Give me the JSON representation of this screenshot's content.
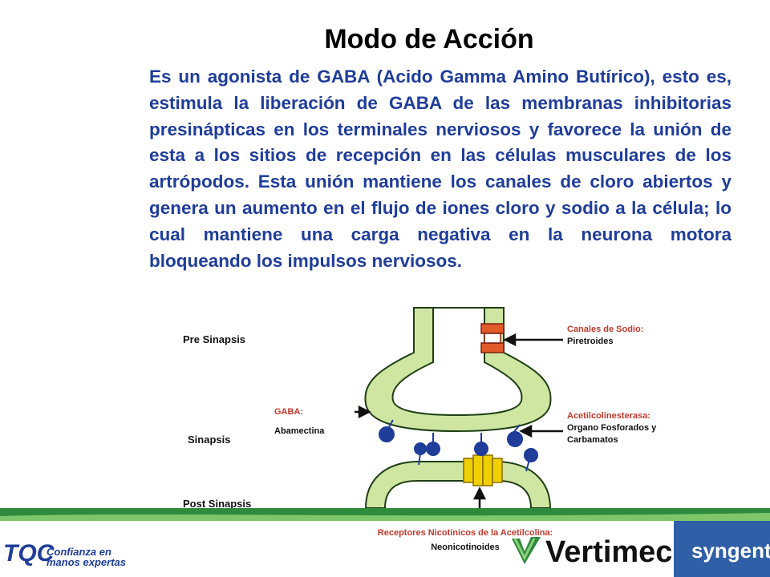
{
  "slide": {
    "title": "Modo de Acción",
    "body": "Es un agonista de GABA (Acido Gamma Amino Butírico), esto es, estimula la liberación de GABA de las membranas inhibitorias presinápticas en los terminales nerviosos y favorece la unión de esta a los sitios de recepción en las células musculares de los artrópodos. Esta unión mantiene los canales de cloro abiertos y genera un aumento en el flujo de iones cloro y sodio a la célula; lo cual mantiene una carga negativa en la neurona motora bloqueando los impulsos nerviosos."
  },
  "diagram": {
    "regions": {
      "pre": "Pre Sinapsis",
      "syn": "Sinapsis",
      "post": "Post Sinapsis"
    },
    "annotations": {
      "sodio_title": "Canales de Sodio:",
      "sodio_product": "Piretroides",
      "gaba_title": "GABA:",
      "gaba_product": "Abamectina",
      "acetil_title": "Acetilcolinesterasa:",
      "acetil_product_1": "Organo Fosforados y",
      "acetil_product_2": "Carbamatos",
      "receptores_title": "Receptores Nicotinicos de la Acetilcolina:",
      "receptores_product": "Neonicotinoides"
    },
    "colors": {
      "membrane_fill": "#cfe6a3",
      "membrane_stroke": "#1e3f14",
      "vesicle": "#1f3d99",
      "sodium_channel": "#e05a2a",
      "receptor": "#f0d000"
    }
  },
  "footer": {
    "left_logo_mark": "TQC",
    "left_tagline_1": "Confianza en",
    "left_tagline_2": "manos expertas",
    "product_logo": "Vertimec",
    "brand_logo": "syngenta."
  }
}
